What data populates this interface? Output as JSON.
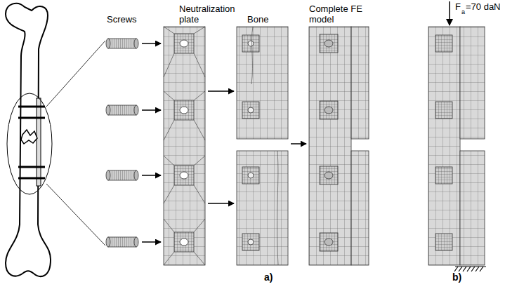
{
  "diagram": {
    "nodes": [
      {
        "text": [
          "Screws"
        ]
      },
      {
        "text": [
          "Neutralization plate"
        ]
      },
      {
        "text": [
          "Bone"
        ]
      },
      {
        "text": [
          "Complete FE model"
        ]
      }
    ],
    "edges": [
      {
        "from": 0,
        "to": 1,
        "arrow": "to"
      },
      {
        "from": 0,
        "to": 1,
        "arrow": "to"
      },
      {
        "from": 0,
        "to": 1,
        "arrow": "to"
      },
      {
        "from": 0,
        "to": 1,
        "arrow": "to"
      },
      {
        "from": 1,
        "to": 2,
        "arrow": "to"
      },
      {
        "from": 1,
        "to": 2,
        "arrow": "to"
      },
      {
        "from": 2,
        "to": 3,
        "arrow": "to"
      }
    ],
    "labels": [
      "F",
      "a",
      "=70 daN",
      "a)",
      "b)"
    ]
  }
}
